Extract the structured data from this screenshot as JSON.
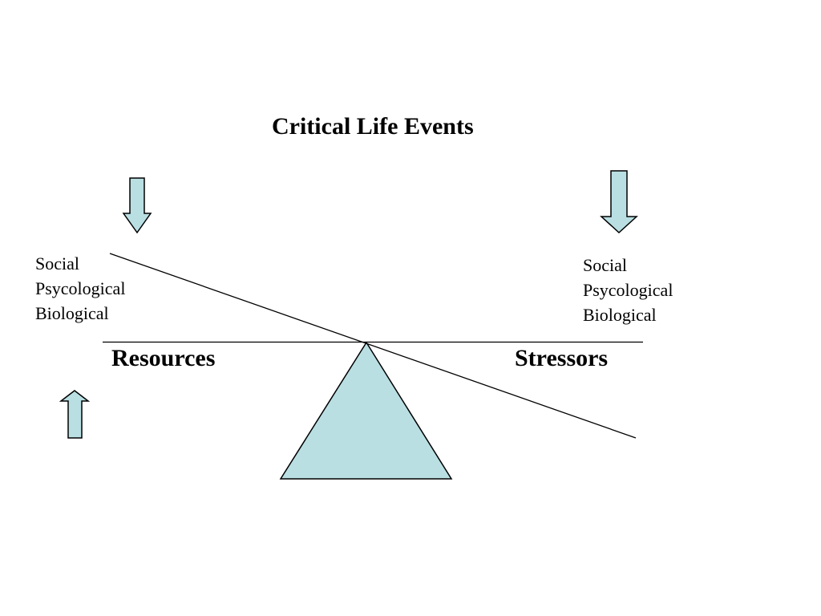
{
  "title": "Critical Life Events",
  "left_factors": [
    "Social",
    "Psycological",
    "Biological"
  ],
  "right_factors": [
    "Social",
    "Psycological",
    "Biological"
  ],
  "left_label": "Resources",
  "right_label": "Stressors",
  "colors": {
    "fill": "#b9dfe3",
    "stroke": "#000000",
    "background": "#ffffff"
  },
  "icons": {
    "left_top": "arrow-down-icon",
    "right_top": "arrow-down-icon",
    "left_bottom": "arrow-up-icon"
  }
}
